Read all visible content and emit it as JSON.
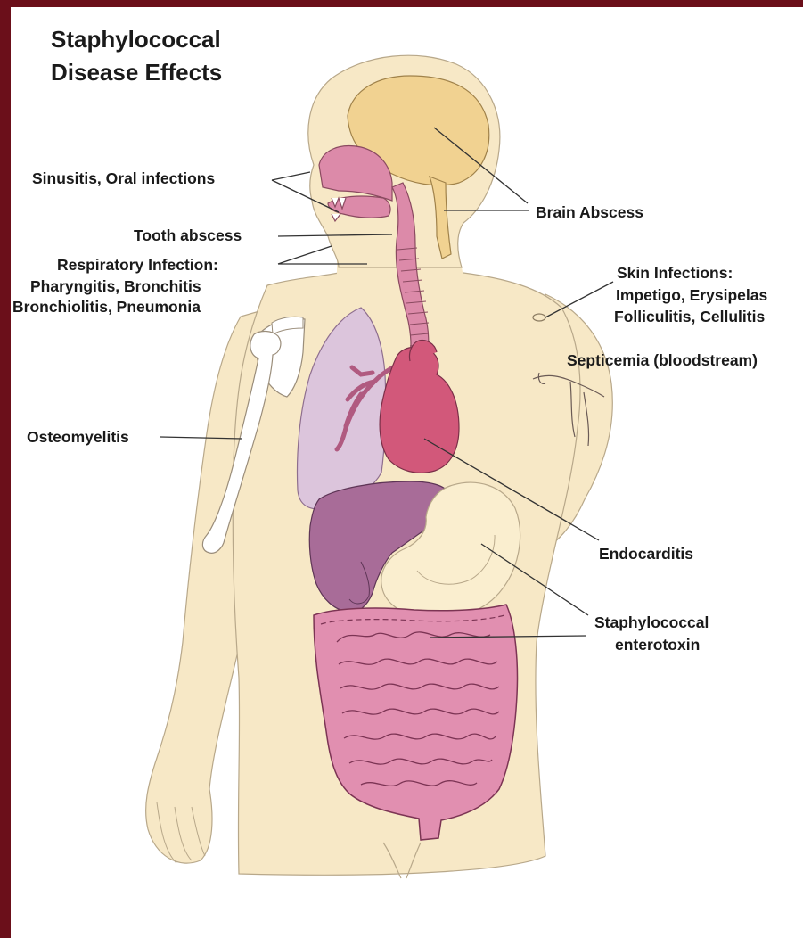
{
  "title": {
    "line1": "Staphylococcal",
    "line2": "Disease Effects"
  },
  "labels": {
    "sinusitis": "Sinusitis, Oral infections",
    "tooth": "Tooth abscess",
    "respiratory_1": "Respiratory Infection:",
    "respiratory_2": "Pharyngitis, Bronchitis",
    "respiratory_3": "Bronchiolitis, Pneumonia",
    "osteomyelitis": "Osteomyelitis",
    "brain": "Brain Abscess",
    "skin_1": "Skin Infections:",
    "skin_2": "Impetigo, Erysipelas",
    "skin_3": "Folliculitis, Cellulitis",
    "septicemia": "Septicemia (bloodstream)",
    "endocarditis": "Endocarditis",
    "enterotoxin_1": "Staphylococcal",
    "enterotoxin_2": "enterotoxin"
  },
  "colors": {
    "frame": "#6b0f1a",
    "skin": "#f7e8c6",
    "brain": "#f1d291",
    "airway": "#dc8aa9",
    "lung": "#dcc5dc",
    "heart": "#d2587a",
    "liver": "#a86c98",
    "stomach": "#faeecf",
    "intestine": "#e18fb0"
  }
}
